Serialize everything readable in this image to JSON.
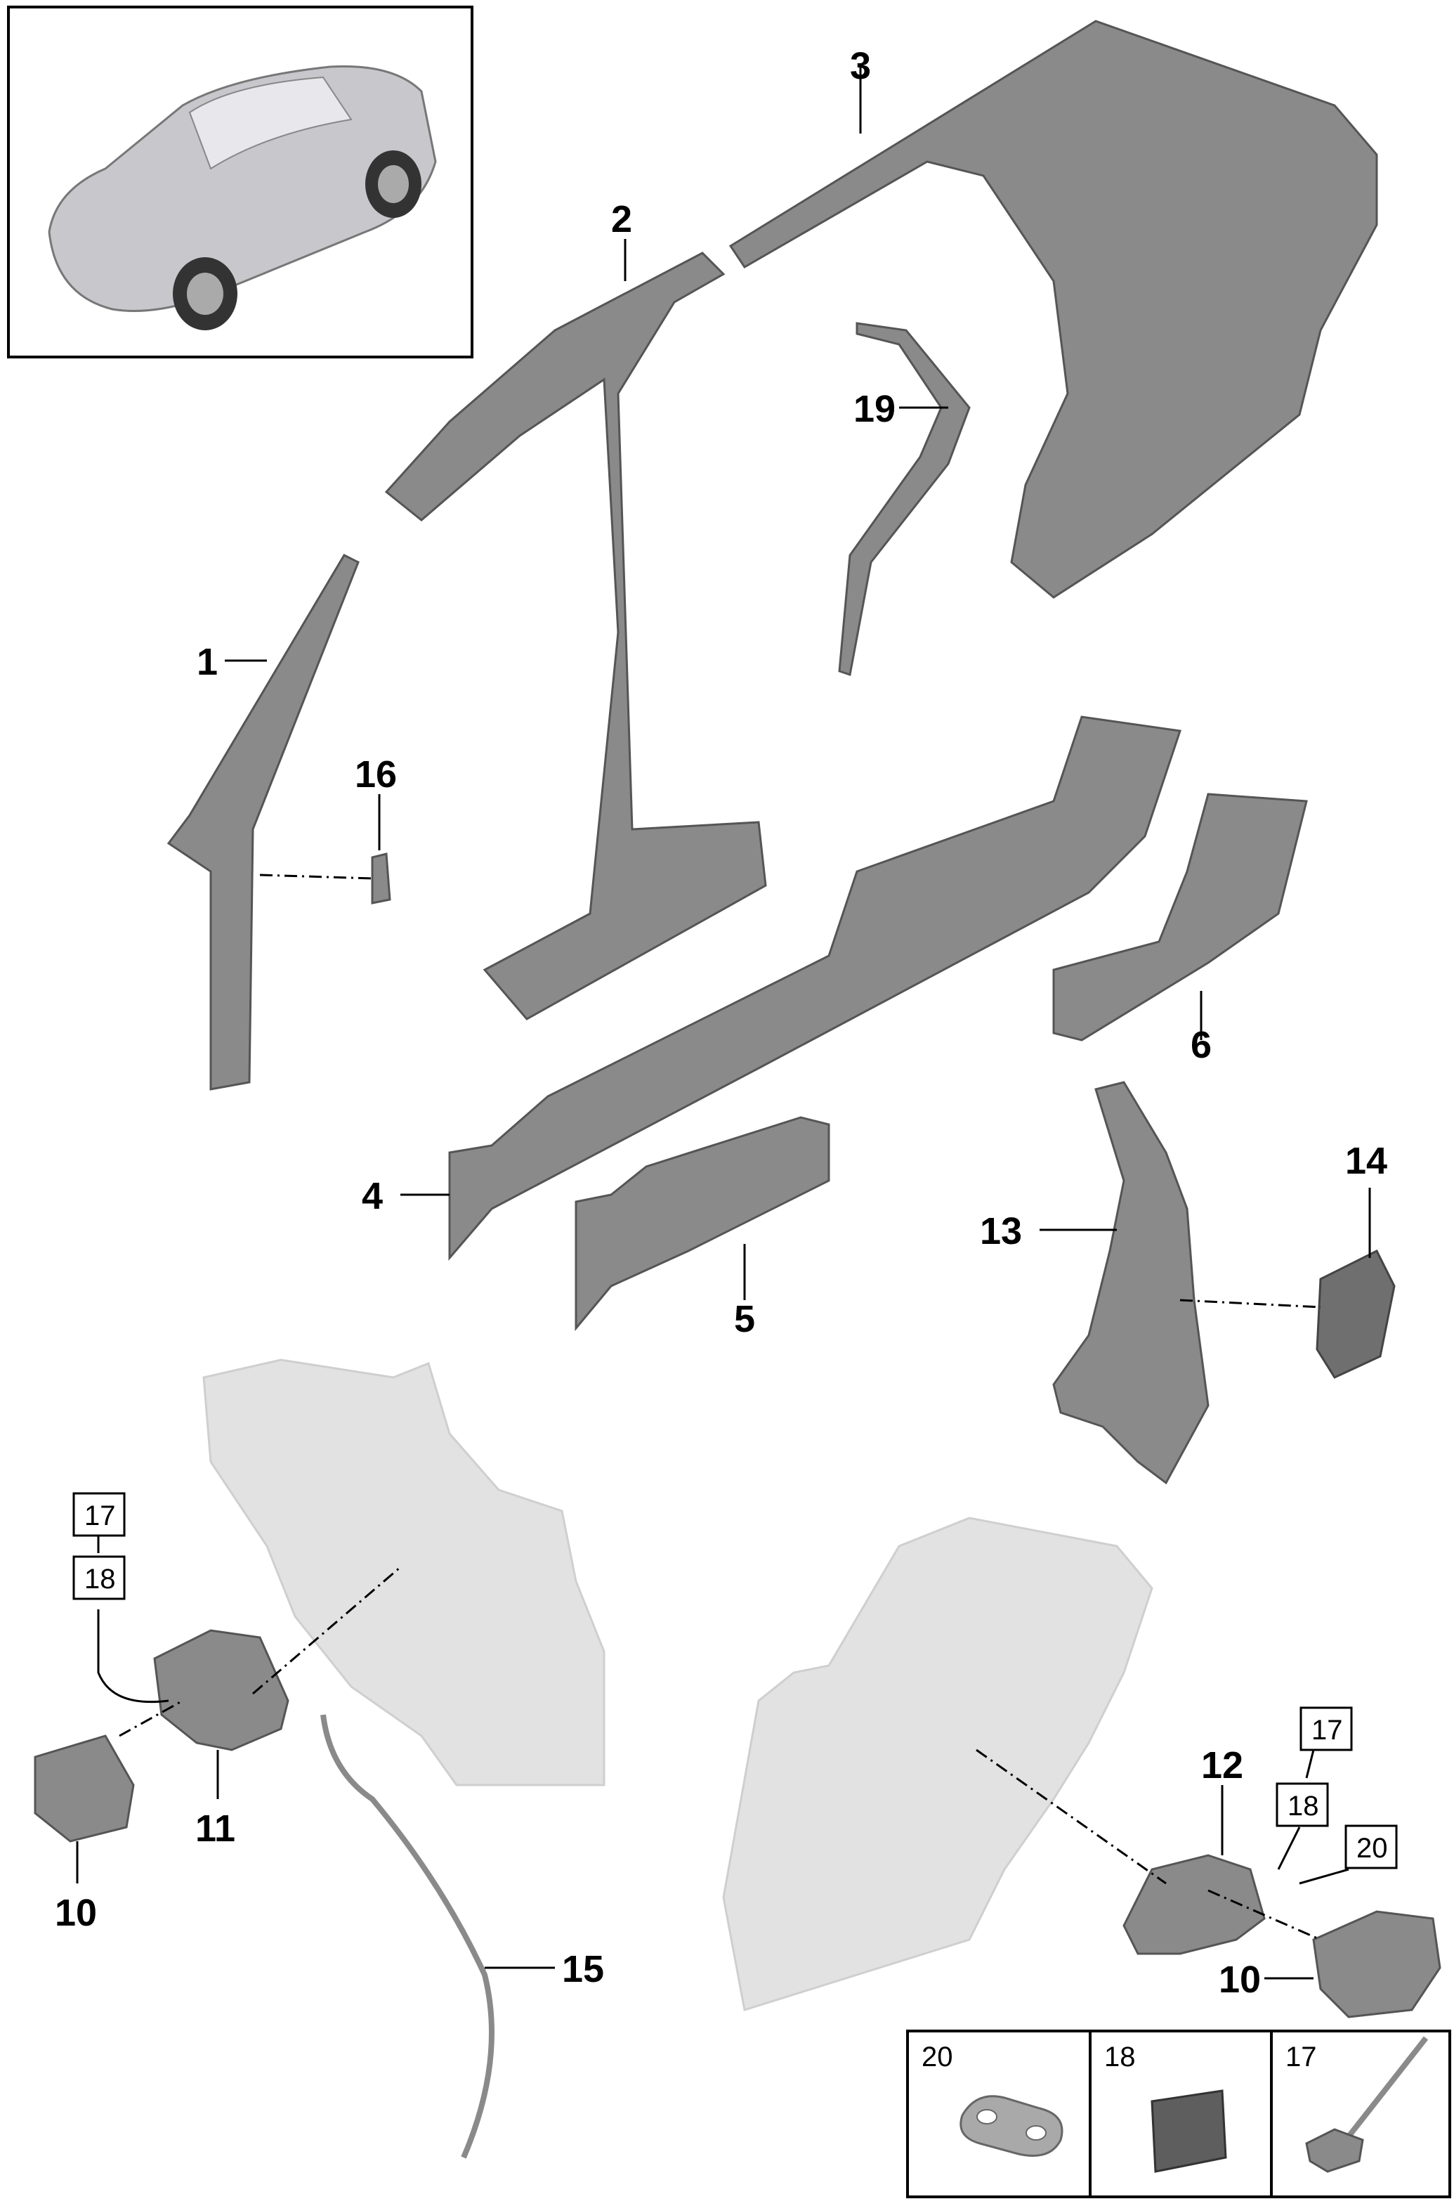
{
  "callouts": {
    "c1": "1",
    "c2": "2",
    "c3": "3",
    "c4": "4",
    "c5": "5",
    "c6": "6",
    "c10a": "10",
    "c10b": "10",
    "c11": "11",
    "c12": "12",
    "c13": "13",
    "c14": "14",
    "c15": "15",
    "c16": "16",
    "c19": "19"
  },
  "boxed_refs": {
    "left_17": "17",
    "left_18": "18",
    "right_17": "17",
    "right_18": "18",
    "right_20": "20"
  },
  "legend": {
    "items": [
      {
        "label": "20",
        "icon": "washer-plate-icon"
      },
      {
        "label": "18",
        "icon": "foam-pad-icon"
      },
      {
        "label": "17",
        "icon": "drain-hose-clip-icon"
      }
    ]
  },
  "colors": {
    "part": "#8a8a8a",
    "ghost": "#e2e2e2",
    "line": "#000000"
  }
}
